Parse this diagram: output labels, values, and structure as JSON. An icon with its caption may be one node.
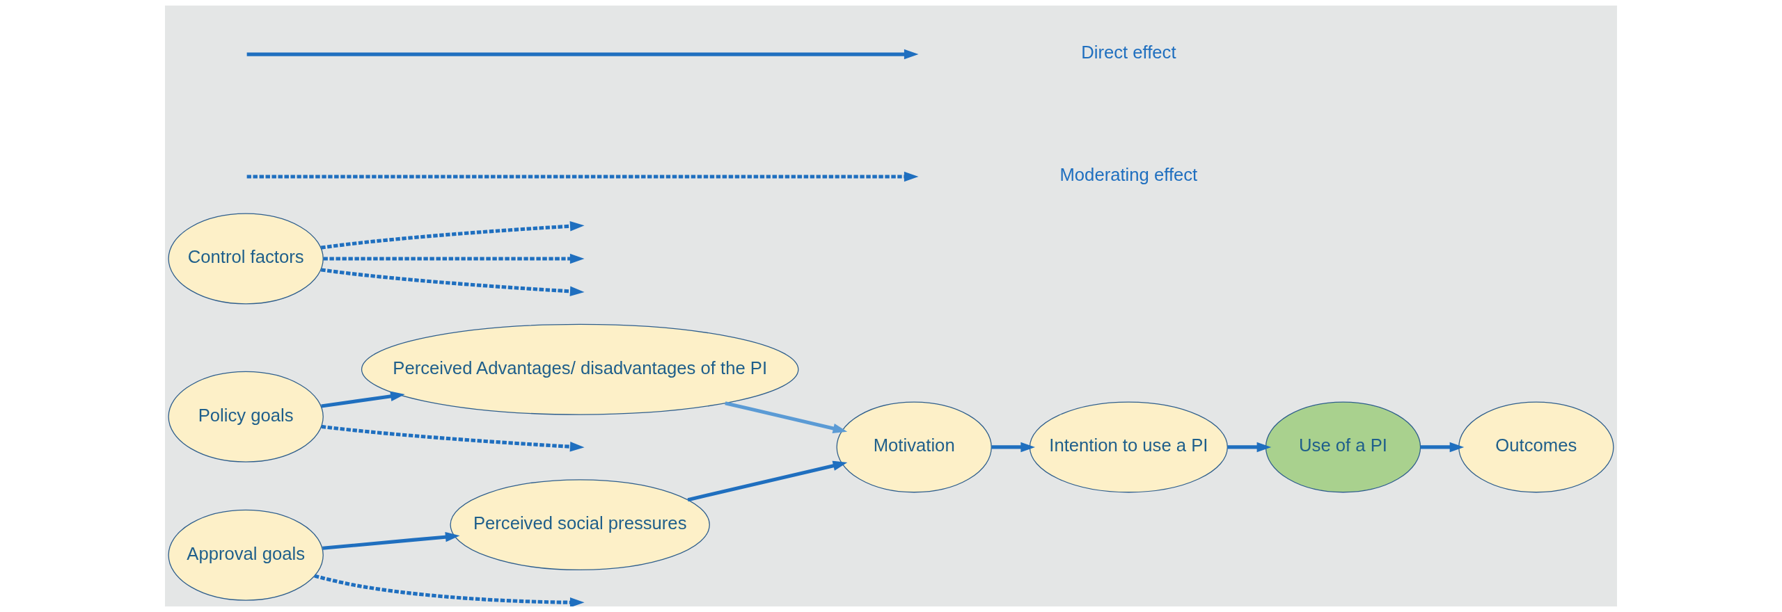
{
  "diagram": {
    "nodes": [
      {
        "text": [
          "Policy goals"
        ]
      },
      {
        "text": [
          "Perceived Advantages/ disadvantages of the PI"
        ]
      },
      {
        "text": [
          "Approval goals"
        ]
      },
      {
        "text": [
          "Perceived social pressures"
        ]
      },
      {
        "text": [
          "Motivation"
        ]
      },
      {
        "text": [
          "Intention to use a PI"
        ]
      },
      {
        "text": [
          "Use of a PI"
        ]
      },
      {
        "text": [
          "Outcomes"
        ]
      },
      {
        "text": [
          "Control factors"
        ]
      }
    ],
    "edges": [
      {
        "from": 0,
        "to": 1,
        "arrow": "to"
      },
      {
        "from": 0,
        "to": null,
        "arrow": "to",
        "style": "dashed"
      },
      {
        "from": 1,
        "to": 4,
        "arrow": "to",
        "color": "#5b9bd5"
      },
      {
        "from": 2,
        "to": null,
        "arrow": "to",
        "style": "dashed"
      },
      {
        "from": 2,
        "to": 3,
        "arrow": "to"
      },
      {
        "from": 3,
        "to": 4,
        "arrow": "to"
      },
      {
        "from": 4,
        "to": 5,
        "arrow": "to"
      },
      {
        "from": 5,
        "to": 6,
        "arrow": "to"
      },
      {
        "from": 6,
        "to": 7,
        "arrow": "to"
      },
      {
        "from": 8,
        "to": null,
        "arrow": "to",
        "style": "dashed"
      },
      {
        "from": 8,
        "to": null,
        "arrow": "to",
        "style": "dashed"
      },
      {
        "from": 8,
        "to": null,
        "arrow": "to",
        "style": "dashed"
      }
    ],
    "legend": [
      {
        "text": "Direct effect"
      },
      {
        "text": "Moderating effect"
      }
    ]
  }
}
